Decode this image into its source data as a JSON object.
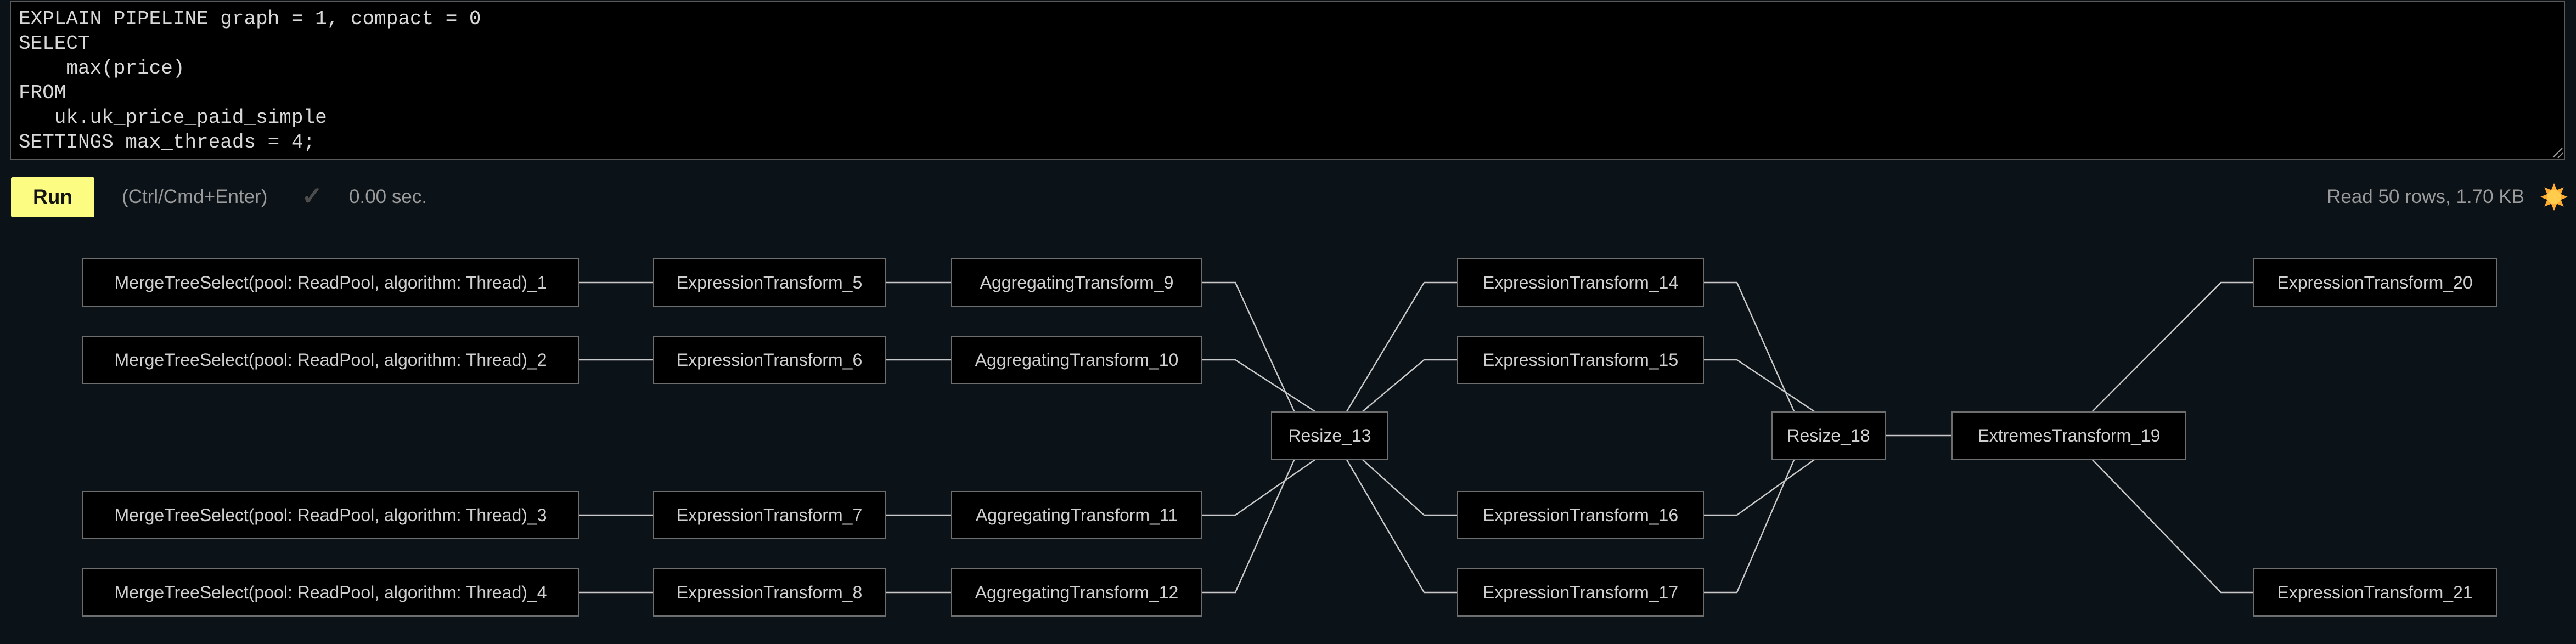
{
  "editor": {
    "sql": "EXPLAIN PIPELINE graph = 1, compact = 0\nSELECT\n    max(price)\nFROM\n   uk.uk_price_paid_simple\nSETTINGS max_threads = 4;"
  },
  "toolbar": {
    "run_label": "Run",
    "shortcut_hint": "(Ctrl/Cmd+Enter)",
    "status_check": "✓",
    "elapsed": "0.00 sec.",
    "read_stats": "Read 50 rows, 1.70 KB",
    "theme_icon": "sun-icon"
  },
  "colors": {
    "background": "#0c1318",
    "editor_bg": "#000000",
    "editor_border": "#5a5a5a",
    "run_bg": "#fcfc82",
    "run_text": "#141414",
    "muted_text": "#9b9b9b",
    "check": "#4d4d4d",
    "node_bg": "#000000",
    "node_border": "#6e6e6e",
    "node_text": "#cfcfcf",
    "edge_line": "#c9c9c9",
    "sql_text": "#d8d8d8",
    "sun_body": "#ffcc4d",
    "sun_rays": "#ffac33"
  },
  "graph": {
    "nodes": [
      {
        "id": "m1",
        "label": "MergeTreeSelect(pool: ReadPool, algorithm: Thread)_1"
      },
      {
        "id": "m2",
        "label": "MergeTreeSelect(pool: ReadPool, algorithm: Thread)_2"
      },
      {
        "id": "m3",
        "label": "MergeTreeSelect(pool: ReadPool, algorithm: Thread)_3"
      },
      {
        "id": "m4",
        "label": "MergeTreeSelect(pool: ReadPool, algorithm: Thread)_4"
      },
      {
        "id": "e5",
        "label": "ExpressionTransform_5"
      },
      {
        "id": "e6",
        "label": "ExpressionTransform_6"
      },
      {
        "id": "e7",
        "label": "ExpressionTransform_7"
      },
      {
        "id": "e8",
        "label": "ExpressionTransform_8"
      },
      {
        "id": "a9",
        "label": "AggregatingTransform_9"
      },
      {
        "id": "a10",
        "label": "AggregatingTransform_10"
      },
      {
        "id": "a11",
        "label": "AggregatingTransform_11"
      },
      {
        "id": "a12",
        "label": "AggregatingTransform_12"
      },
      {
        "id": "r13",
        "label": "Resize_13"
      },
      {
        "id": "e14",
        "label": "ExpressionTransform_14"
      },
      {
        "id": "e15",
        "label": "ExpressionTransform_15"
      },
      {
        "id": "e16",
        "label": "ExpressionTransform_16"
      },
      {
        "id": "e17",
        "label": "ExpressionTransform_17"
      },
      {
        "id": "r18",
        "label": "Resize_18"
      },
      {
        "id": "x19",
        "label": "ExtremesTransform_19"
      },
      {
        "id": "e20",
        "label": "ExpressionTransform_20"
      },
      {
        "id": "e21",
        "label": "ExpressionTransform_21"
      }
    ],
    "edges": [
      [
        "m1",
        "e5"
      ],
      [
        "m2",
        "e6"
      ],
      [
        "m3",
        "e7"
      ],
      [
        "m4",
        "e8"
      ],
      [
        "e5",
        "a9"
      ],
      [
        "e6",
        "a10"
      ],
      [
        "e7",
        "a11"
      ],
      [
        "e8",
        "a12"
      ],
      [
        "a9",
        "r13"
      ],
      [
        "a10",
        "r13"
      ],
      [
        "a11",
        "r13"
      ],
      [
        "a12",
        "r13"
      ],
      [
        "r13",
        "e14"
      ],
      [
        "r13",
        "e15"
      ],
      [
        "r13",
        "e16"
      ],
      [
        "r13",
        "e17"
      ],
      [
        "e14",
        "r18"
      ],
      [
        "e15",
        "r18"
      ],
      [
        "e16",
        "r18"
      ],
      [
        "e17",
        "r18"
      ],
      [
        "r18",
        "x19"
      ],
      [
        "x19",
        "e20"
      ],
      [
        "x19",
        "e21"
      ]
    ]
  }
}
